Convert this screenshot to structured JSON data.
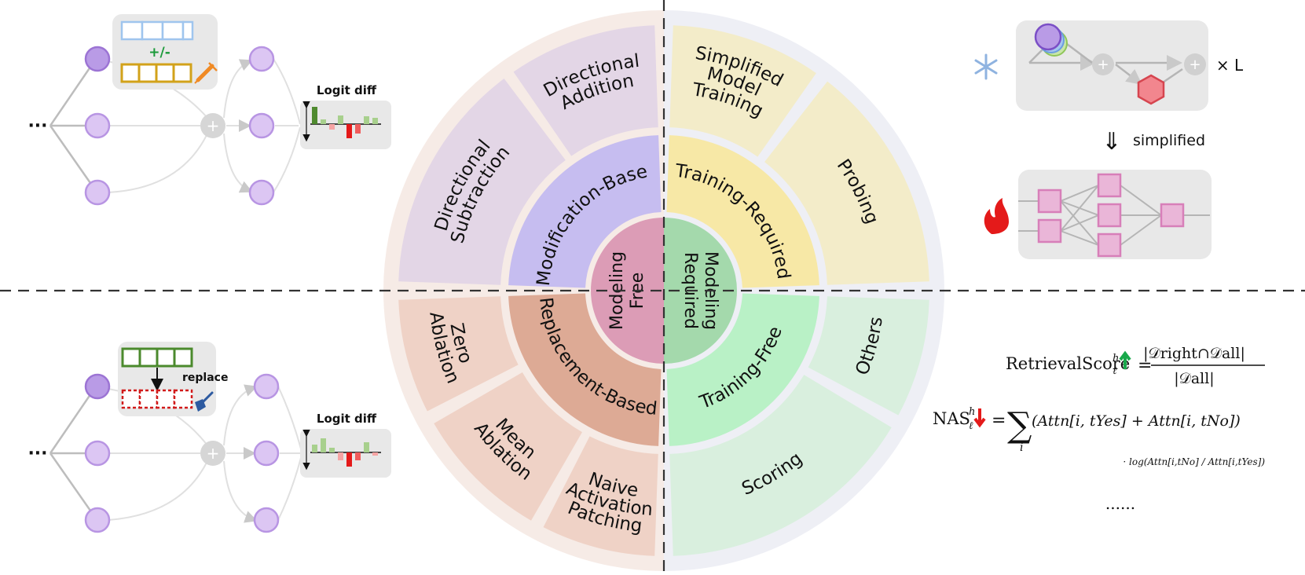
{
  "colors": {
    "outer_left": "#f6ebe6",
    "outer_right": "#eeeff5",
    "modification_outer": "#e3d6e6",
    "modification_mid": "#c6bdf0",
    "training_outer": "#f3ecc9",
    "training_mid": "#f7e8a6",
    "replacement_outer": "#efd2c6",
    "replacement_mid": "#ddaa95",
    "free_outer": "#d9efde",
    "free_mid": "#b9f1c6",
    "center_left": "#dc9cb6",
    "center_right": "#a4d9ac",
    "node": "#dcc6f3",
    "node_stroke": "#b895e3",
    "node_dark": "#b99be6"
  },
  "center": {
    "left": [
      "Modeling",
      "Free"
    ],
    "right": [
      "Modeling",
      "Required"
    ]
  },
  "middle_ring": {
    "modification": "Modification-Based",
    "training_required": "Training-Required",
    "replacement": "Replacement-Based",
    "training_free": "Training-Free"
  },
  "outer_ring": {
    "directional_addition": [
      "Directional",
      "Addition"
    ],
    "directional_subtraction": [
      "Directional",
      "Subtraction"
    ],
    "simplified_model_training": [
      "Simplified",
      "Model",
      "Training"
    ],
    "probing": "Probing",
    "zero_ablation": [
      "Zero",
      "Ablation"
    ],
    "mean_ablation": [
      "Mean",
      "Ablation"
    ],
    "naive_activation_patching": [
      "Naive",
      "Activation",
      "Patching"
    ],
    "others": "Others",
    "scoring": "Scoring"
  },
  "top_left": {
    "ellipsis": "···",
    "sign": "+/-",
    "logit_diff": "Logit diff"
  },
  "bottom_left": {
    "ellipsis": "···",
    "replace": "replace",
    "logit_diff": "Logit diff"
  },
  "top_right": {
    "times_l": "× L",
    "arrow": "⇓",
    "simplified": "simplified"
  },
  "bottom_right": {
    "retrieval_lhs": "RetrievalScore",
    "retrieval_num": "|𝒟right∩𝒟all|",
    "retrieval_den": "|𝒟all|",
    "nas_lhs": "NAS",
    "nas_sum": "∑",
    "nas_index": "i",
    "nas_body": "(Attn[i, tYes] + Attn[i, tNo])",
    "nas_log": "· log(Attn[i,tNo] / Attn[i,tYes])",
    "ellipsis": "......"
  }
}
